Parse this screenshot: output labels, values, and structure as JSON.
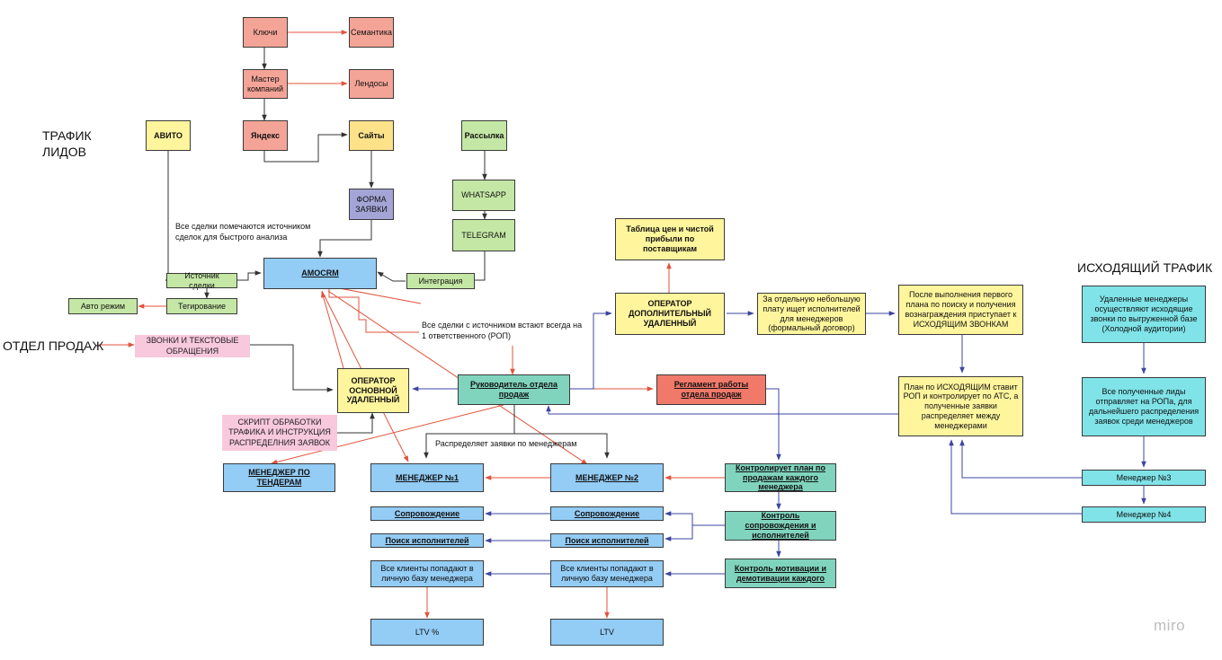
{
  "headings": {
    "lead_traffic": "ТРАФИК\nЛИДОВ",
    "outgoing_traffic": "ИСХОДЯЩИЙ ТРАФИК",
    "sales_dept": "ОТДЕЛ ПРОДАЖ"
  },
  "nodes": {
    "keys": "Ключи",
    "semantics": "Семантика",
    "campaign_master": "Мастер компаний",
    "landings": "Лендосы",
    "yandex": "Яндекс",
    "sites": "Сайты",
    "avito": "АВИТО",
    "mailing": "Рассылка",
    "whatsapp": "WHATSAPP",
    "telegram": "TELEGRAM",
    "request_form": "ФОРМА ЗАЯВКИ",
    "amocrm": "AMOCRM",
    "integration": "Интеграция",
    "deal_source": "Источник сделки",
    "tagging": "Тегирование",
    "auto_mode": "Авто режим",
    "calls_messages": "ЗВОНКИ И ТЕКСТОВЫЕ ОБРАЩЕНИЯ",
    "main_operator": "ОПЕРАТОР ОСНОВНОЙ УДАЛЕННЫЙ",
    "script": "СКРИПТ ОБРАБОТКИ ТРАФИКА И ИНСТРУКЦИЯ РАСПРЕДЕЛНИЯ ЗАЯВОК",
    "sales_head": "Руководитель отдела продаж",
    "regulation": "Регламент работы отдела продаж",
    "price_table": "Таблица цен и чистой прибыли по поставщикам",
    "extra_operator": "ОПЕРАТОР ДОПОЛНИТЕЛЬНЫЙ УДАЛЕННЫЙ",
    "small_fee": "За отдельную небольшую плату ищет исполнителей для менеджеров (формальный договор)",
    "after_plan": "После выполнения первого плана по поиску и получения вознаграждения приступает к ИСХОДЯЩИМ ЗВОНКАМ",
    "outgoing_plan": "План по ИСХОДЯЩИМ ставит РОП и контролирует по АТС, а полученные заявки распределяет между менеджерами",
    "remote_managers": "Удаленные менеджеры осуществляют исходящие звонки по выгруженной базе (Холодной аудитории)",
    "leads_sent": "Все полученные лиды отправляет на РОПа, для дальнейшего распределения заявок среди менеджеров",
    "manager3": "Менеджер №3",
    "manager4": "Менеджер №4",
    "tender_manager": "МЕНЕДЖЕР ПО ТЕНДЕРАМ",
    "manager1": "МЕНЕДЖЕР №1",
    "manager2": "МЕНЕДЖЕР №2",
    "support1": "Сопровождение",
    "support2": "Сопровождение",
    "search1": "Поиск исполнителей",
    "search2": "Поиск исполнителей",
    "clients1": "Все клиенты попадают в личную базу менеджера",
    "clients2": "Все клиенты попадают в личную базу менеджера",
    "ltv1": "LTV %",
    "ltv2": "LTV",
    "control_plan": "Контролирует план по продажам каждого менеджера",
    "control_support": "Контроль сопровождения и исполнителей",
    "control_motivation": "Контроль мотивации и демотивации каждого"
  },
  "notes": {
    "source_mark": "Все сделки помечаются источником сделок для быстрого анализа",
    "one_rop": "Все сделки с источником встают всегда на 1 ответственного (РОП)",
    "distributes": "Распределяет заявки по менеджерам"
  },
  "watermark": "miro",
  "colors": {
    "red_arrow": "#e0533c",
    "blue_arrow": "#3d45a0",
    "dark_line": "#333333"
  }
}
